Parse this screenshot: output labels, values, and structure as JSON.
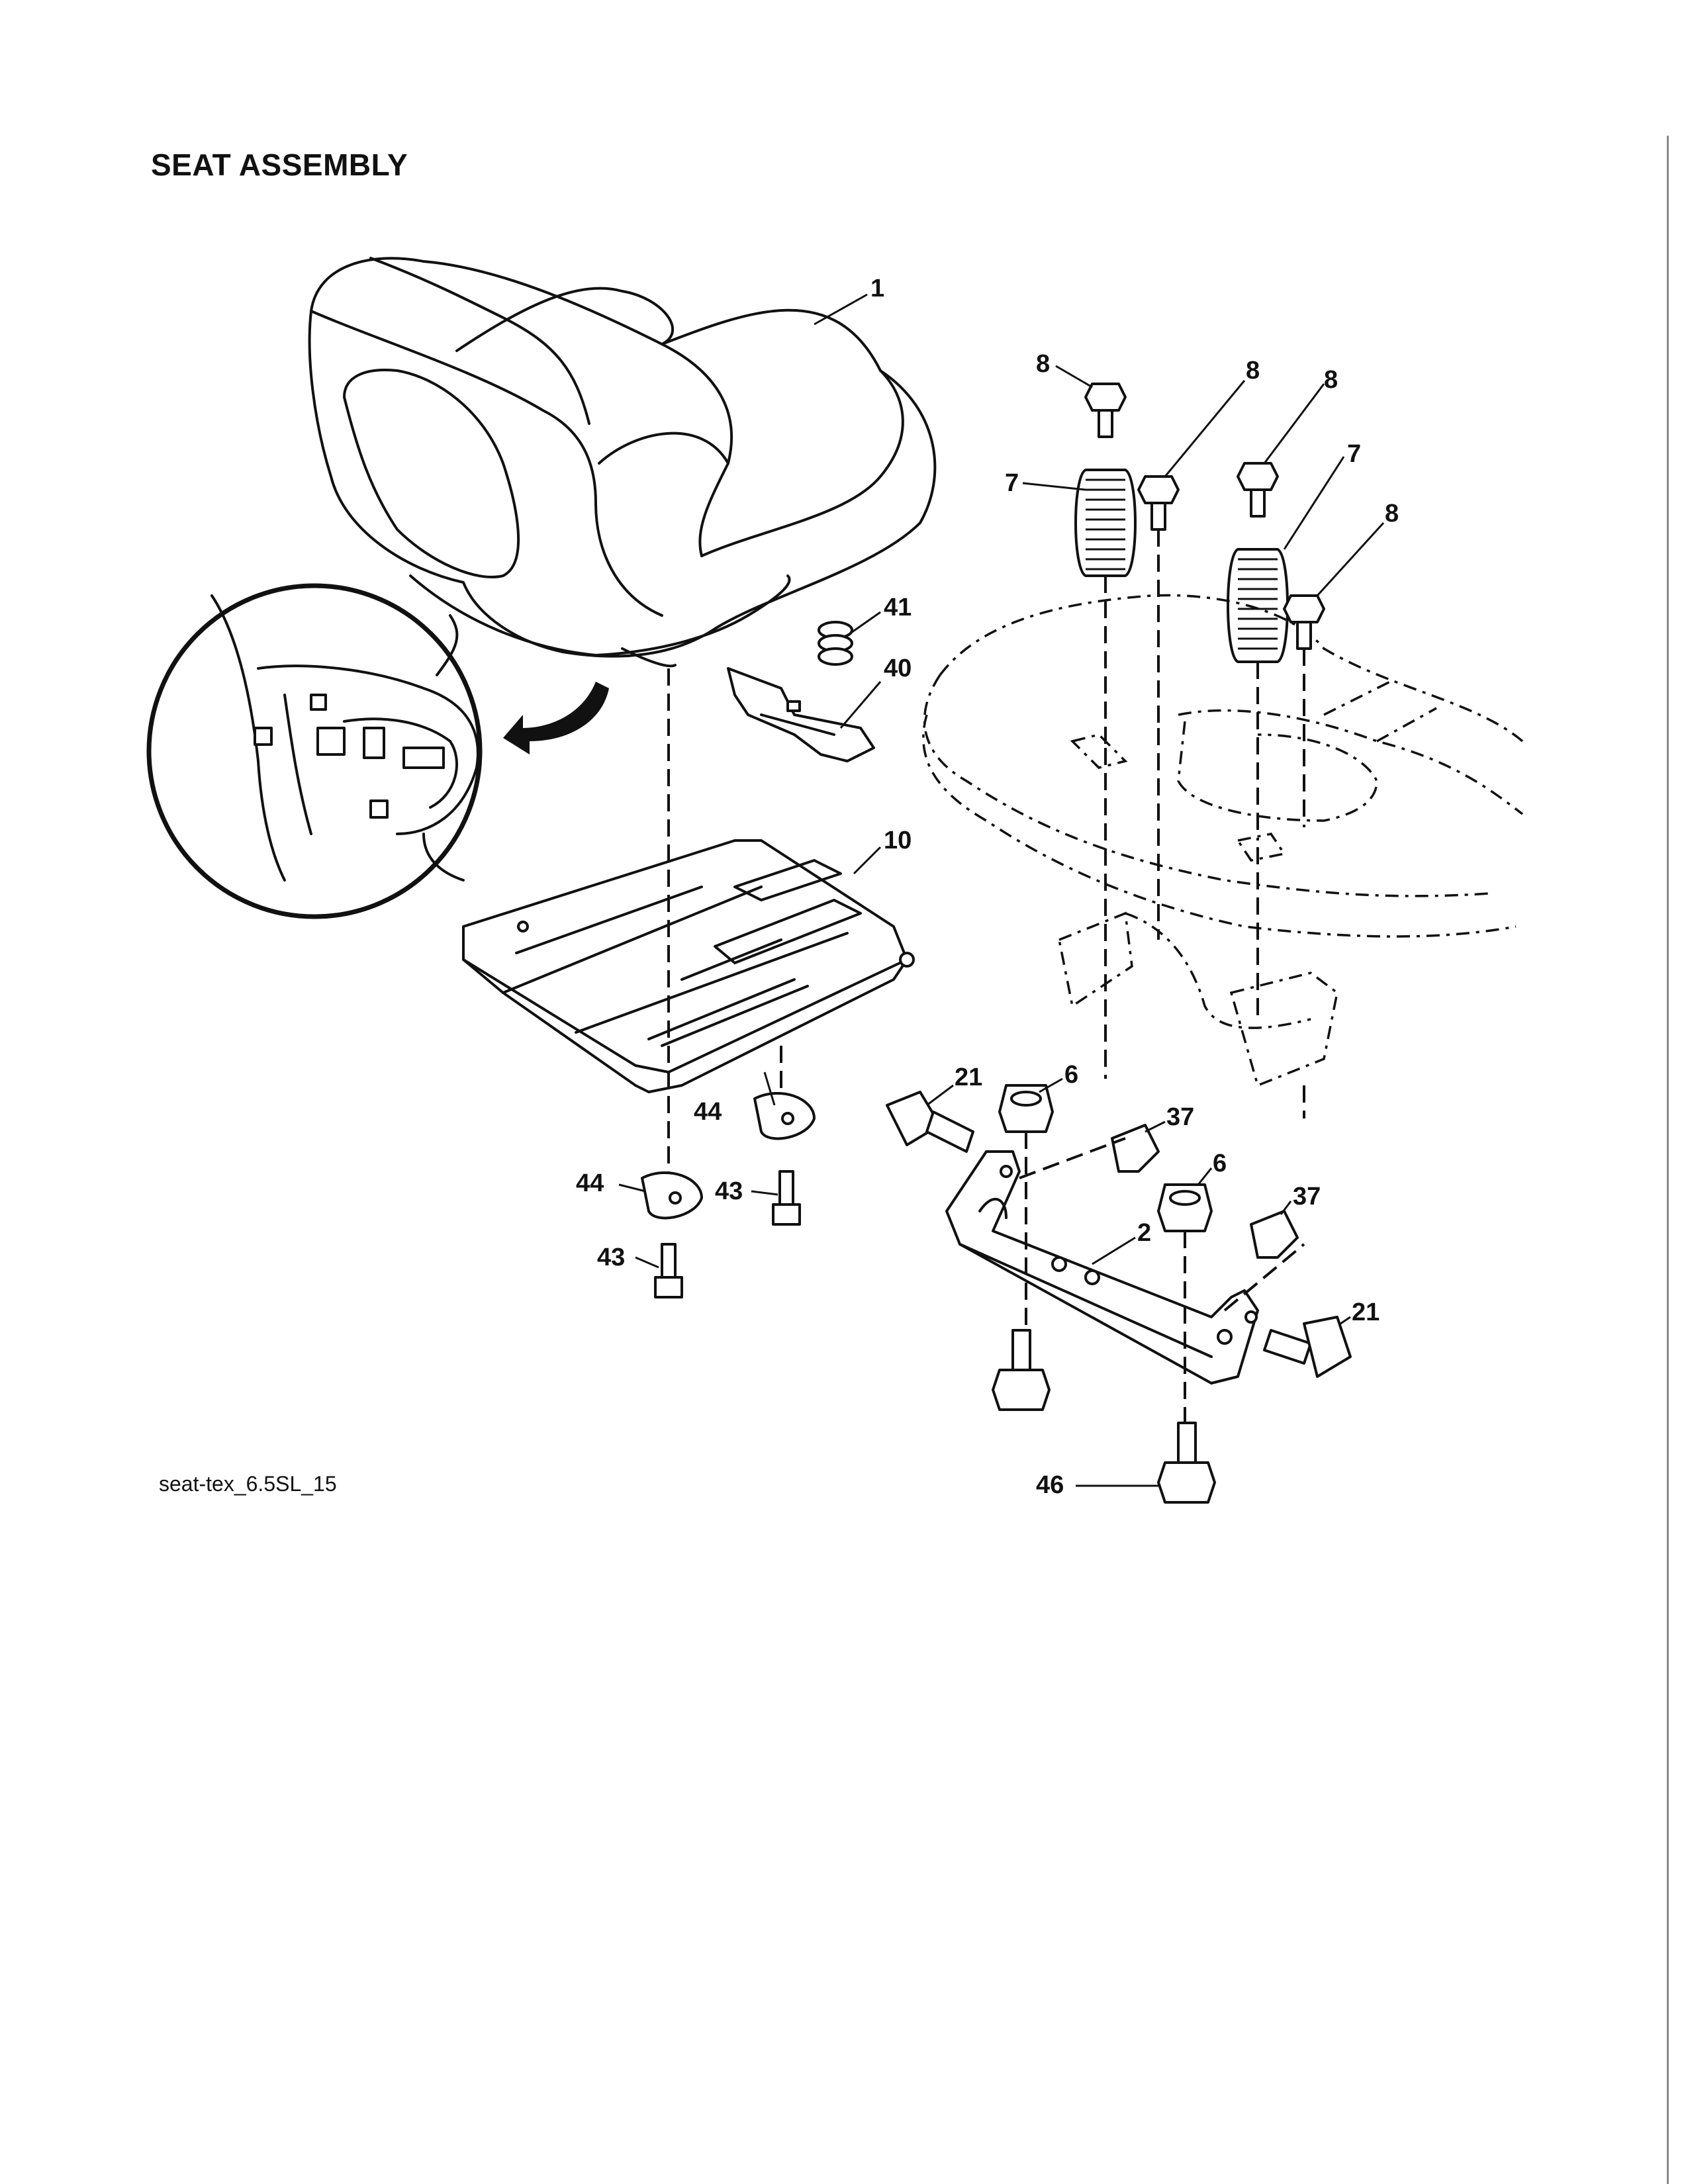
{
  "title": "SEAT ASSEMBLY",
  "figure_ref": "seat-tex_6.5SL_15",
  "callouts": {
    "seat": "1",
    "bracket": "2",
    "nut_front": "6",
    "nut_rear": "6",
    "spring_left": "7",
    "spring_right": "7",
    "bolt_top_a": "8",
    "bolt_top_b": "8",
    "bolt_top_c": "8",
    "bolt_top_d": "8",
    "seat_pan": "10",
    "bolt_side_left": "21",
    "bolt_side_right": "21",
    "locknut_a": "37",
    "locknut_b": "37",
    "clip": "40",
    "compression_spring": "41",
    "screw_a": "43",
    "screw_b": "43",
    "washer_a": "44",
    "washer_b": "44",
    "bolt_bottom": "46"
  }
}
